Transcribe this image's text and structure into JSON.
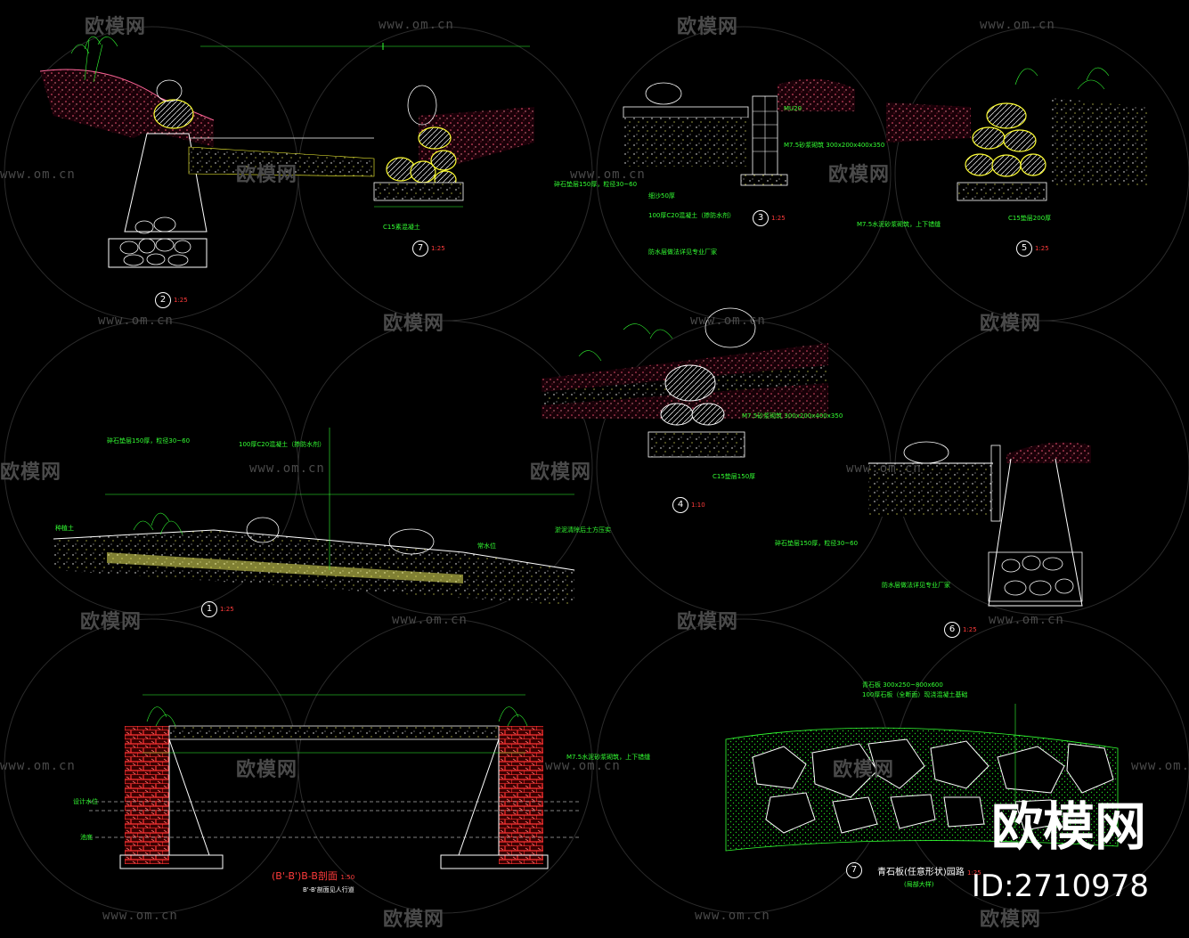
{
  "watermarks": {
    "logo_text": "欧模网",
    "url_text": "www.om.cn"
  },
  "brand": {
    "logo_text": "欧模网",
    "id_text": "ID:2710978"
  },
  "details": [
    {
      "num": "2",
      "scale": "1:25"
    },
    {
      "num": "7",
      "scale": "1:25"
    },
    {
      "num": "3",
      "scale": "1:25"
    },
    {
      "num": "5",
      "scale": "1:25"
    },
    {
      "num": "4",
      "scale": "1:10"
    },
    {
      "num": "1",
      "scale": "1:25"
    },
    {
      "num": "6",
      "scale": "1:25"
    },
    {
      "num": "7",
      "scale": "1:25"
    }
  ],
  "notes": {
    "c15": "C15素混凝土",
    "c15_200": "C15垫层200厚",
    "c15_150": "C15垫层150厚",
    "m75": "M7.5水泥砂浆砌筑，上下错缝",
    "m75_size": "M7.5砂浆砌筑 300x200x400x350",
    "mu20": "MU20",
    "gravel": "碎石垫层150厚，粒径30~60",
    "sand50": "细沙50厚",
    "c20": "100厚C20混凝土（掺防水剂）",
    "waterproof": "防水层做法详见专业厂家",
    "mud": "淤泥清除后土方压实",
    "bluestone": "青石板 300x250~800x600",
    "bluestone_base": "100厚石板（全断面）现浇混凝土基础",
    "plant": "种植土",
    "water_level": "常水位",
    "design_level": "设计水位",
    "pool_bottom": "池底"
  },
  "section": {
    "title_red": "(B'-B')B-B剖面",
    "scale": "1:50",
    "subtitle": "B'-B'剖面见人行道"
  },
  "plan": {
    "title": "青石板(任意形状)园路",
    "scale": "1:25",
    "subtitle": "(局部大样)"
  },
  "colors": {
    "background": "#000000",
    "line_white": "#ffffff",
    "line_green": "#33ff33",
    "line_yellow": "#ffff33",
    "fill_red": "#ff3333",
    "soil_pink": "#ff6699",
    "watermark": "#4a4a4a"
  }
}
